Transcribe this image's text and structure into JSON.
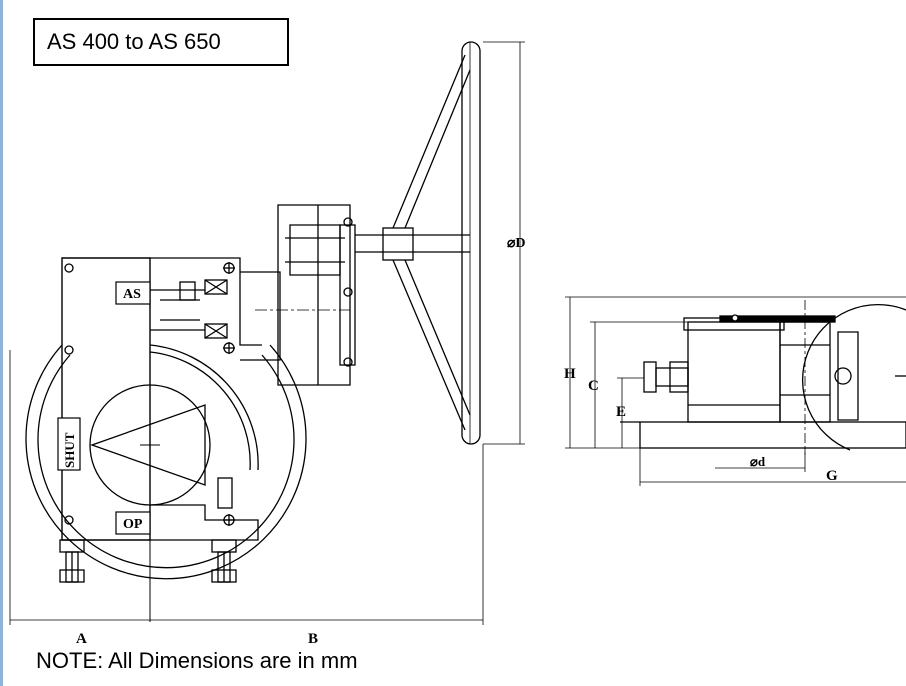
{
  "title": "AS 400 to AS 650",
  "note": "NOTE: All Dimensions are in mm",
  "front_view": {
    "label_as": "AS",
    "label_shut": "SHUT",
    "label_op": "OP",
    "dim_A": "A",
    "dim_B": "B",
    "dim_D": "⌀D"
  },
  "side_view": {
    "dim_H": "H",
    "dim_C": "C",
    "dim_E": "E",
    "dim_d": "⌀d",
    "dim_G": "G"
  }
}
